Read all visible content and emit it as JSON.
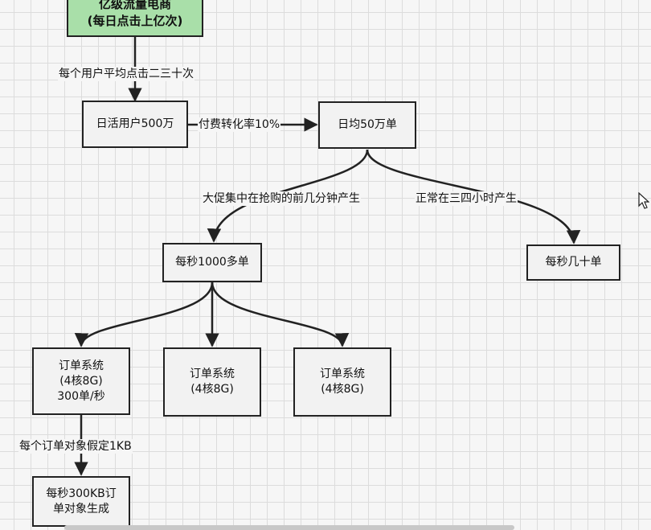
{
  "nodes": {
    "top": "亿级流量电商\n(每日点击上亿次)",
    "dau": "日活用户500万",
    "daily_orders": "日均50万单",
    "peak_orders": "每秒1000多单",
    "normal_orders": "每秒几十单",
    "order_sys_1": "订单系统\n(4核8G)\n300单/秒",
    "order_sys_2": "订单系统\n(4核8G)",
    "order_sys_3": "订单系统\n(4核8G)",
    "objects": "每秒300KB订\n单对象生成"
  },
  "edges": {
    "clicks": "每个用户平均点击二三十次",
    "conversion": "付费转化率10%",
    "promo": "大促集中在抢购的前几分钟产生",
    "normal": "正常在三四小时产生",
    "object_size": "每个订单对象假定1KB"
  },
  "colors": {
    "top_fill": "#a9dfa9",
    "node_fill": "#f2f2f2",
    "stroke": "#222222"
  }
}
